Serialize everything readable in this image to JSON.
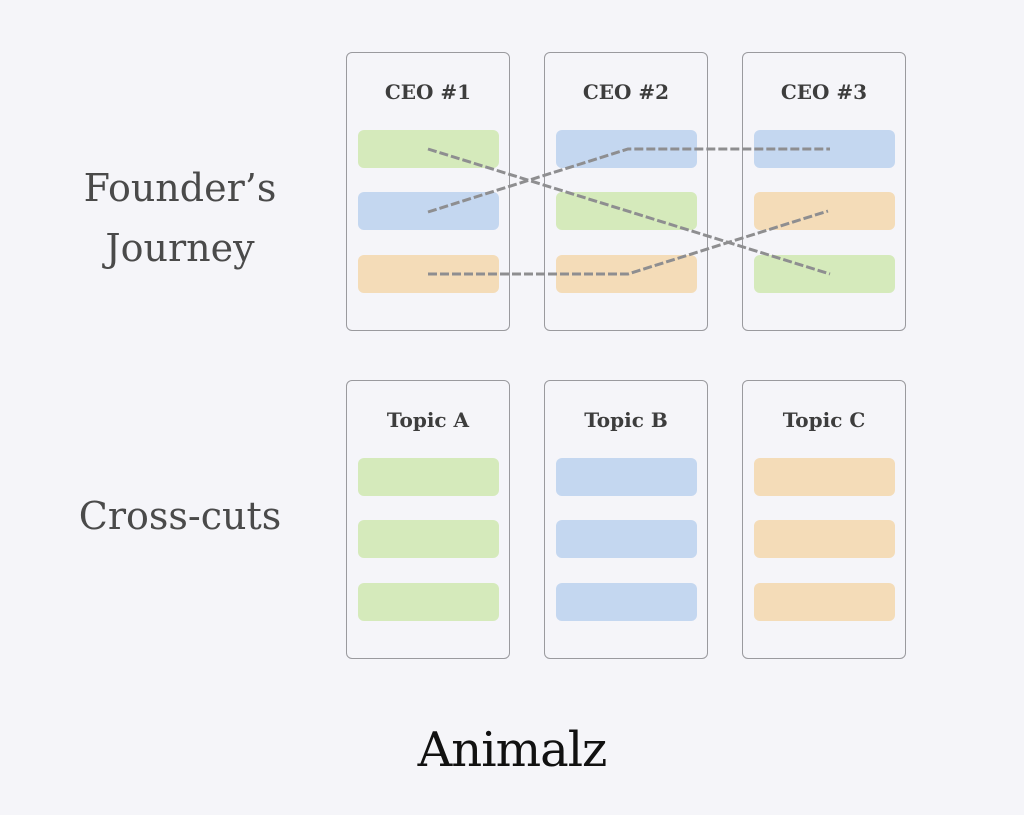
{
  "rows": [
    {
      "label_line1": "Founder’s",
      "label_line2": "Journey",
      "cards": [
        {
          "title": "CEO #1",
          "bars": [
            "green",
            "blue",
            "orange"
          ]
        },
        {
          "title": "CEO #2",
          "bars": [
            "blue",
            "green",
            "orange"
          ]
        },
        {
          "title": "CEO #3",
          "bars": [
            "blue",
            "orange",
            "green"
          ]
        }
      ]
    },
    {
      "label_line1": "Cross-cuts",
      "cards": [
        {
          "title": "Topic A",
          "bars": [
            "green",
            "green",
            "green"
          ]
        },
        {
          "title": "Topic B",
          "bars": [
            "blue",
            "blue",
            "blue"
          ]
        },
        {
          "title": "Topic C",
          "bars": [
            "orange",
            "orange",
            "orange"
          ]
        }
      ]
    }
  ],
  "colors": {
    "green": "#d5eabb",
    "blue": "#c4d7f0",
    "orange": "#f4dcb8",
    "line": "#8e8e90"
  },
  "logo": "Animalz"
}
